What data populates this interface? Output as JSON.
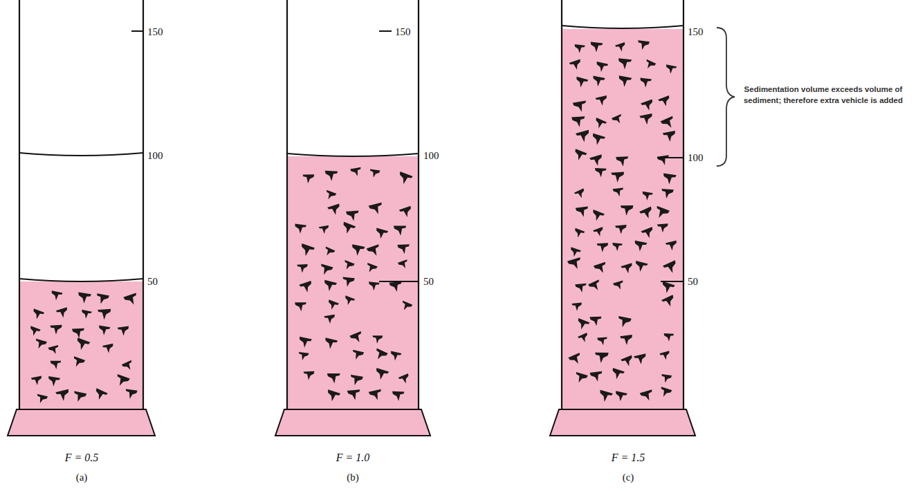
{
  "diagram": {
    "labels": [
      "150",
      "100",
      "50",
      "F = 0.5",
      "(a)",
      "150",
      "100",
      "50",
      "F = 1.0",
      "(b)",
      "150",
      "100",
      "50",
      "Sedimentation volume exceeds volume of sediment; therefore extra vehicle is added",
      "F = 1.5",
      "(c)"
    ]
  }
}
